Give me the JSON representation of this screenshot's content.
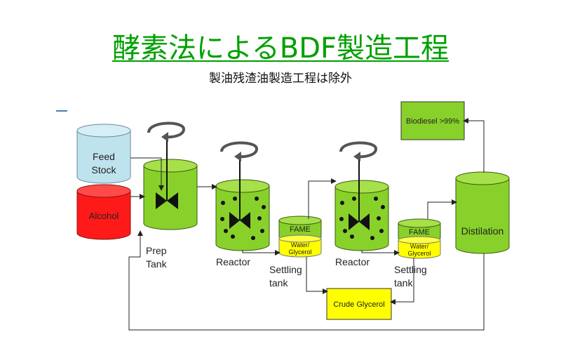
{
  "header": {
    "title": "酵素法によるBDF製造工程",
    "subtitle": "製油残渣油製造工程は除外"
  },
  "diagram": {
    "feed_stock": [
      "Feed",
      "Stock"
    ],
    "alcohol": "Alcohol",
    "prep_tank": [
      "Prep",
      "Tank"
    ],
    "reactor_1": "Reactor",
    "reactor_2": "Reactor",
    "settling_1": {
      "fame": "FAME",
      "water_glycerol": [
        "Water/",
        "Glycerol"
      ],
      "label": [
        "Settling",
        "tank"
      ]
    },
    "settling_2": {
      "fame": "FAME",
      "water_glycerol": [
        "Water/",
        "Glycerol"
      ],
      "label": [
        "Settling",
        "tank"
      ]
    },
    "crude_glycerol": "Crude Glycerol",
    "biodiesel": "Biodiesel >99%",
    "distilation": "Distilation"
  },
  "colors": {
    "title_green": "#00a000",
    "vessel_green": "#88d12a",
    "feed_blue": "#bfe3ee",
    "alcohol_red": "#ff1a1a",
    "glycerol_yellow": "#ffff00",
    "line_blue": "#4a7fb0"
  }
}
